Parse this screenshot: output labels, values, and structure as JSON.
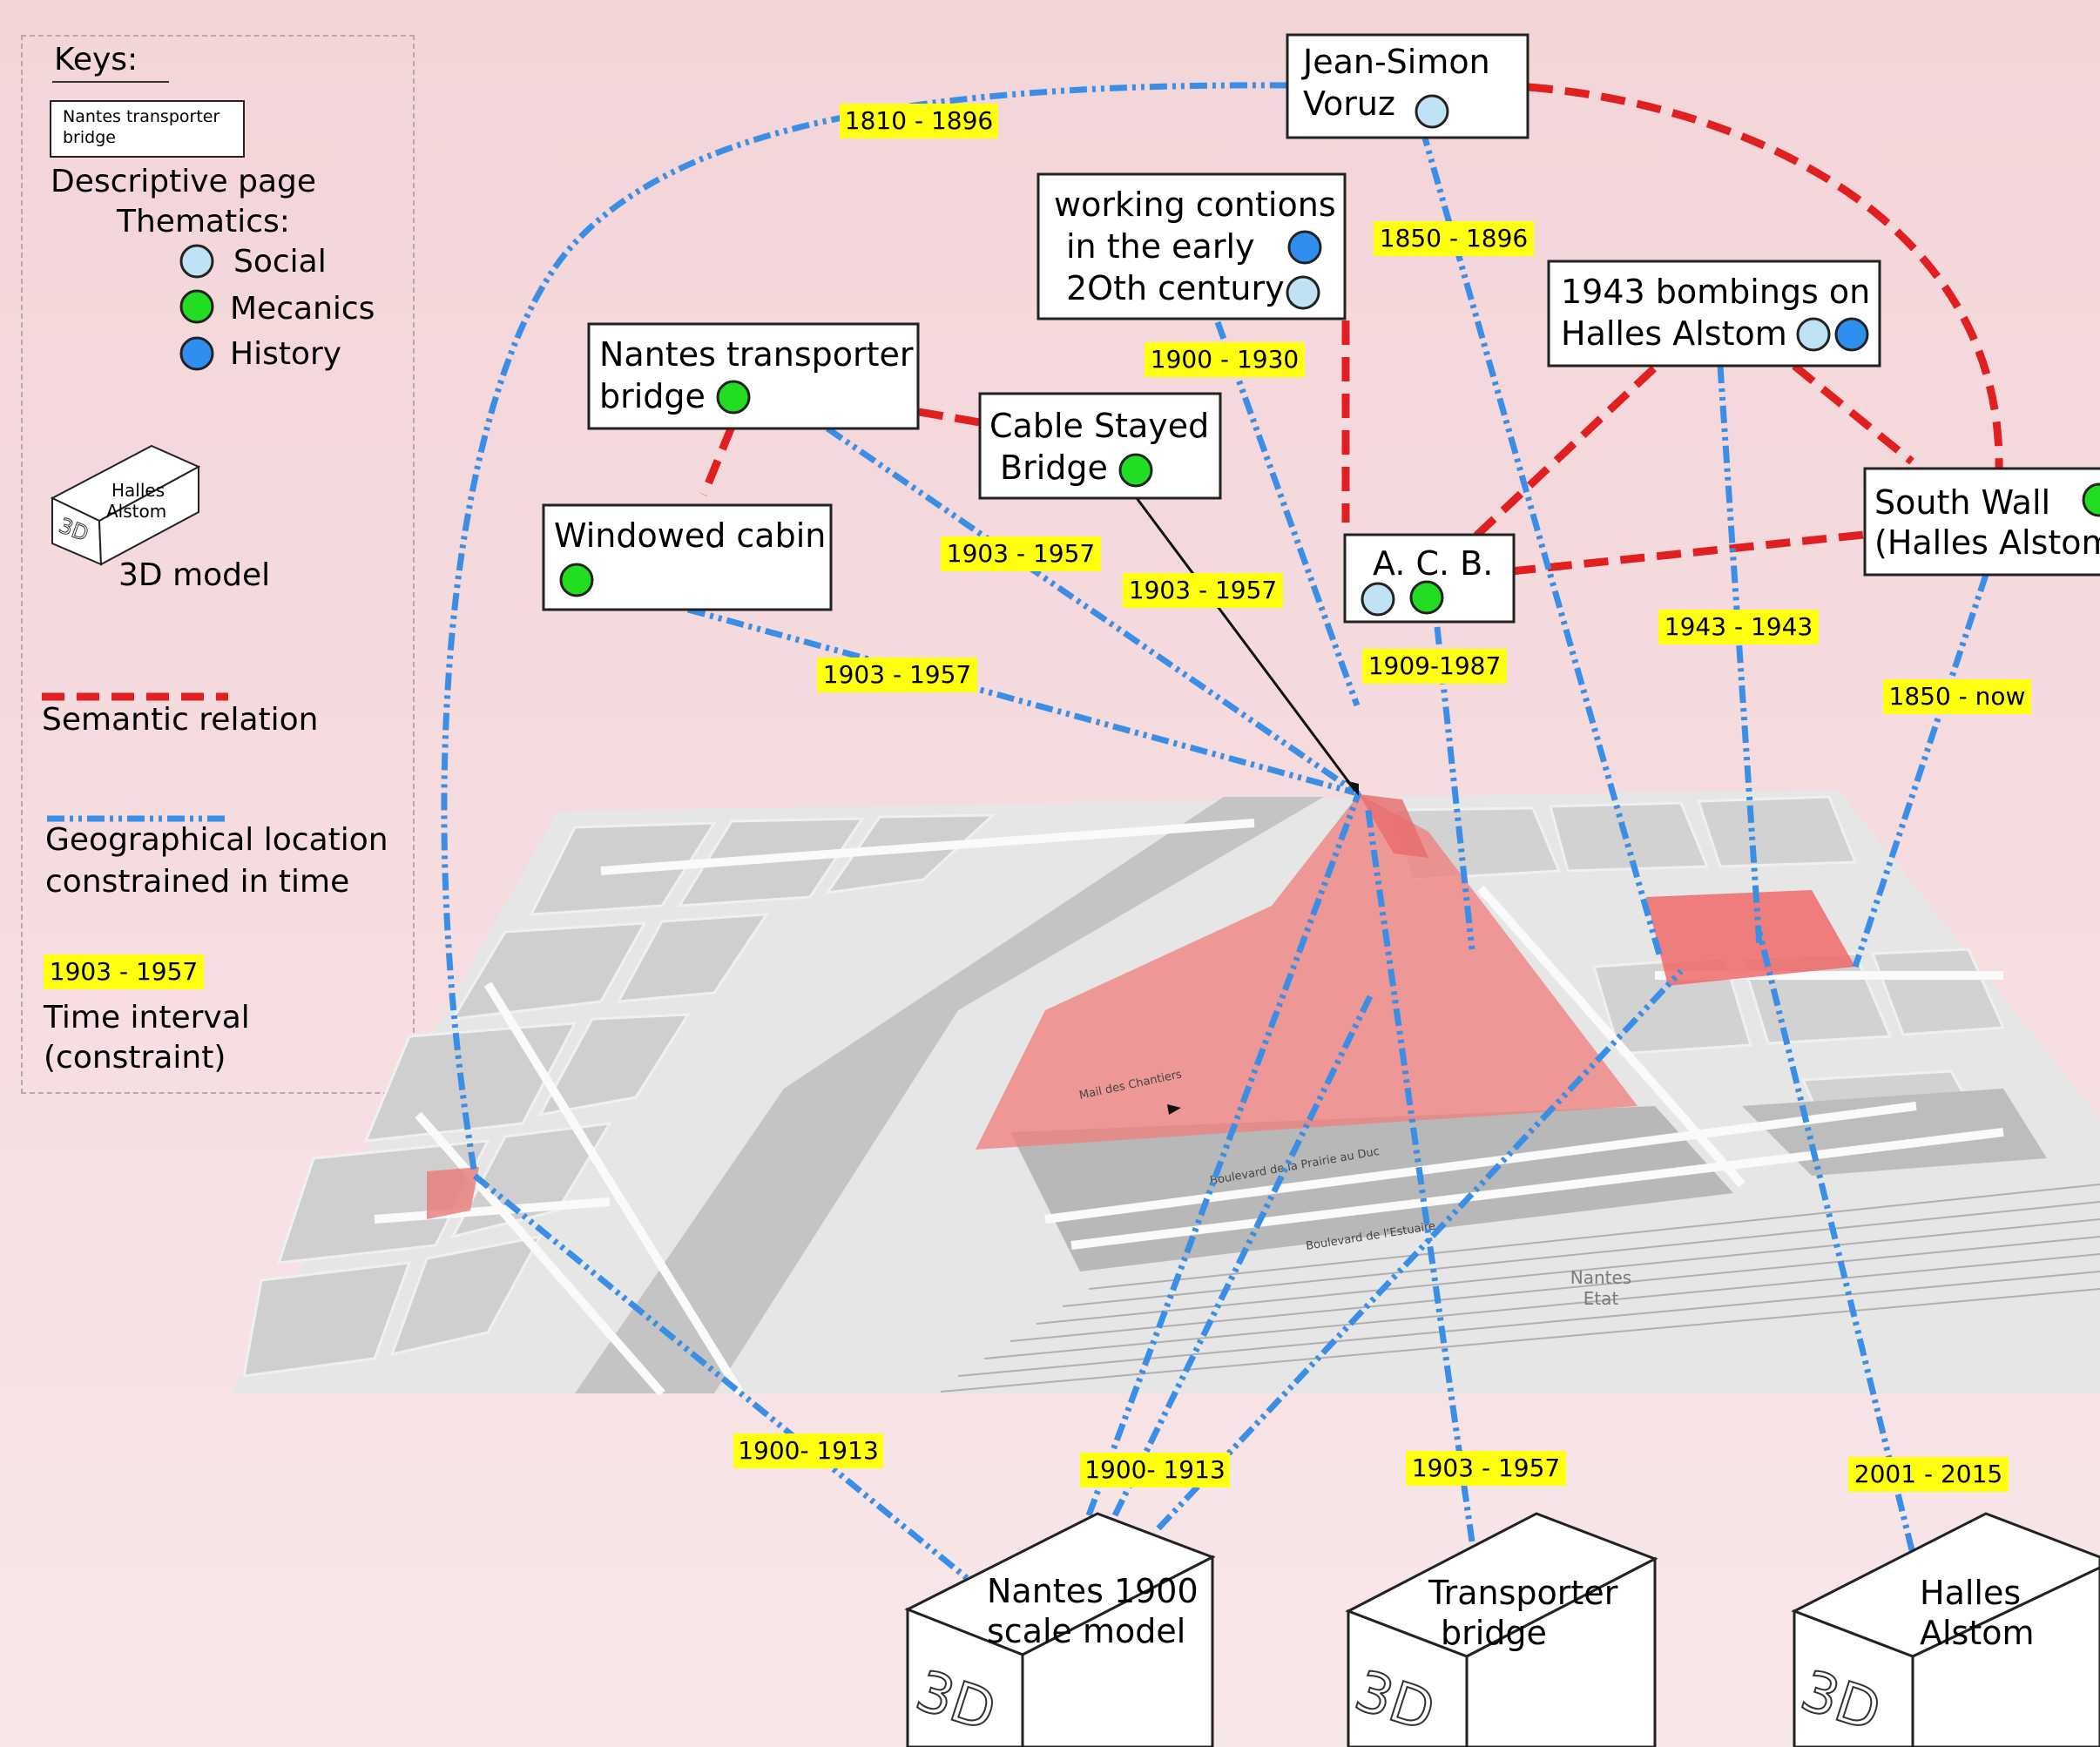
{
  "legend": {
    "title": "Keys:",
    "sample_box": "Nantes transporter bridge",
    "descriptive_page": "Descriptive page",
    "thematics": "Thematics:",
    "themes": [
      {
        "label": "Social",
        "color": "#bfe3f5"
      },
      {
        "label": "Mecanics",
        "color": "#22dd22"
      },
      {
        "label": "History",
        "color": "#2f8fef"
      }
    ],
    "cube_label": "Halles Alstom",
    "cube_3d": "3D",
    "model_label": "3D model",
    "semantic_label": "Semantic relation",
    "geo_label_1": "Geographical location",
    "geo_label_2": "constrained in time",
    "time_sample": "1903 - 1957",
    "time_label_1": "Time interval",
    "time_label_2": "(constraint)"
  },
  "colors": {
    "semantic": "#e02020",
    "geographic": "#3a8ee6",
    "time_bg": "#ffff10",
    "area": "#f08080"
  },
  "pages": {
    "voruz": {
      "line1": "Jean-Simon",
      "line2": "Voruz"
    },
    "working": {
      "line1": "working contions",
      "line2": "in the early",
      "line3": "2Oth century"
    },
    "nantes_bridge": {
      "line1": "Nantes transporter",
      "line2": "bridge"
    },
    "cable": {
      "line1": "Cable Stayed",
      "line2": "Bridge"
    },
    "cabin": {
      "line1": "Windowed cabin"
    },
    "bombings": {
      "line1": "1943 bombings on",
      "line2": "Halles Alstom"
    },
    "acb": {
      "line1": "A. C. B."
    },
    "south_wall": {
      "line1": "South Wall",
      "line2": "(Halles Alstom"
    }
  },
  "time_labels": [
    "1810 - 1896",
    "1850 - 1896",
    "1900 - 1930",
    "1903 - 1957",
    "1903 - 1957",
    "1903 - 1957",
    "1909-1987",
    "1943 - 1943",
    "1850 - now",
    "1900- 1913",
    "1900- 1913",
    "1903 - 1957",
    "2001 - 2015"
  ],
  "models": [
    {
      "line1": "Nantes 1900",
      "line2": "scale model"
    },
    {
      "line1": "Transporter",
      "line2": "bridge"
    },
    {
      "line1": "Halles",
      "line2": "Alstom"
    }
  ],
  "map_labels": {
    "nantes_etat": "Nantes",
    "etat": "Etat",
    "bd_estuaire": "Boulevard de l'Estuaire",
    "bd_prairie": "Boulevard de la Prairie au Duc",
    "mail_chantiers": "Mail des Chantiers"
  }
}
